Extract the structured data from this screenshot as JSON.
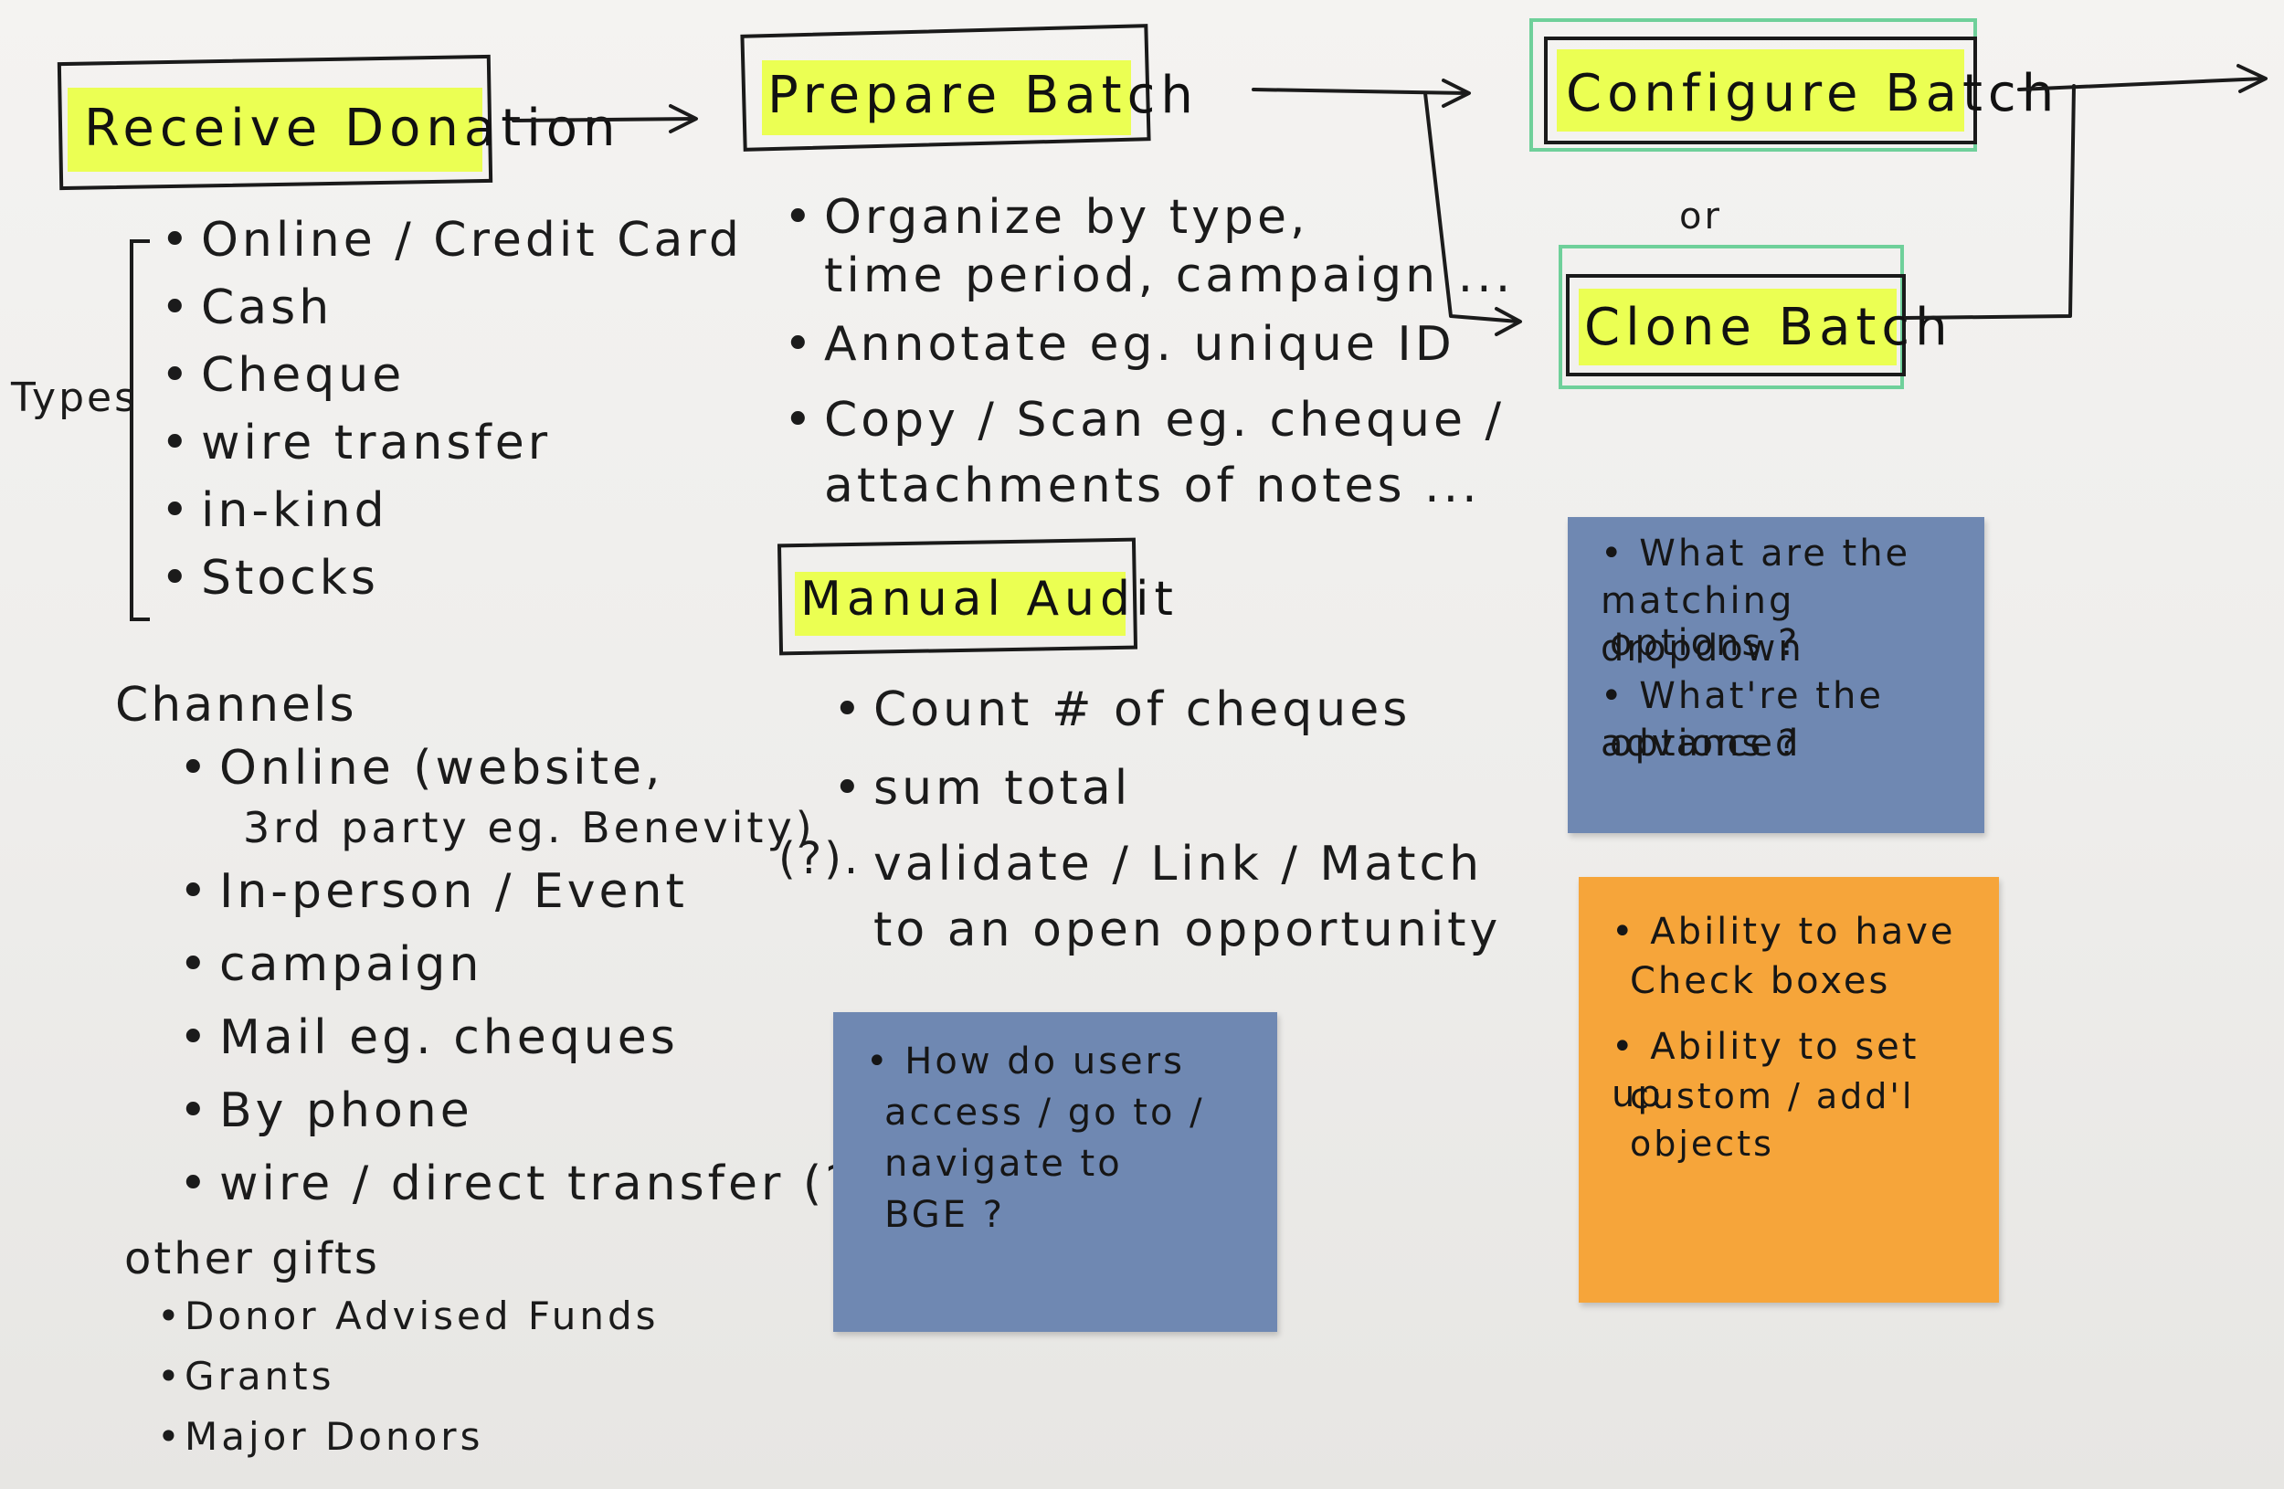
{
  "colors": {
    "highlight": "#eaff4a",
    "blue_note": "#6f88b2",
    "orange_note": "#f6a53a",
    "green_box": "#6fd09a",
    "ink": "#1b1b1b",
    "paper": "#f1f0ee"
  },
  "receive": {
    "title": "Receive Donation",
    "types_label": "Types",
    "types": [
      "Online / Credit Card",
      "Cash",
      "Cheque",
      "wire transfer",
      "in-kind",
      "Stocks"
    ]
  },
  "channels": {
    "title": "Channels",
    "items": [
      "Online (website,",
      "3rd party eg. Benevity)",
      "In-person / Event",
      "campaign",
      "Mail eg. cheques",
      "By phone",
      "wire / direct transfer (?)"
    ]
  },
  "other_gifts": {
    "title": "other gifts",
    "items": [
      "Donor Advised Funds",
      "Grants",
      "Major Donors"
    ]
  },
  "prepare": {
    "title": "Prepare Batch",
    "items": [
      "Organize by type,",
      "time period, campaign ...",
      "Annotate eg. unique ID",
      "Copy / Scan eg. cheque /",
      "attachments of notes ..."
    ]
  },
  "audit": {
    "title": "Manual Audit",
    "items": [
      "Count # of cheques",
      "sum total",
      "validate / Link / Match",
      "to an open opportunity"
    ],
    "marker": "(?)."
  },
  "configure": {
    "title": "Configure Batch"
  },
  "or_label": "or",
  "clone": {
    "title": "Clone Batch"
  },
  "notes": {
    "blue_top": [
      "• What are the",
      "matching dropdown",
      "options ?",
      "• What're the advanced",
      "options ?"
    ],
    "blue_bottom": [
      "• How do users",
      "access / go to /",
      "navigate to",
      "BGE ?"
    ],
    "orange": [
      "• Ability to have",
      "Check boxes",
      "• Ability to set up",
      "custom / add'l objects"
    ]
  }
}
